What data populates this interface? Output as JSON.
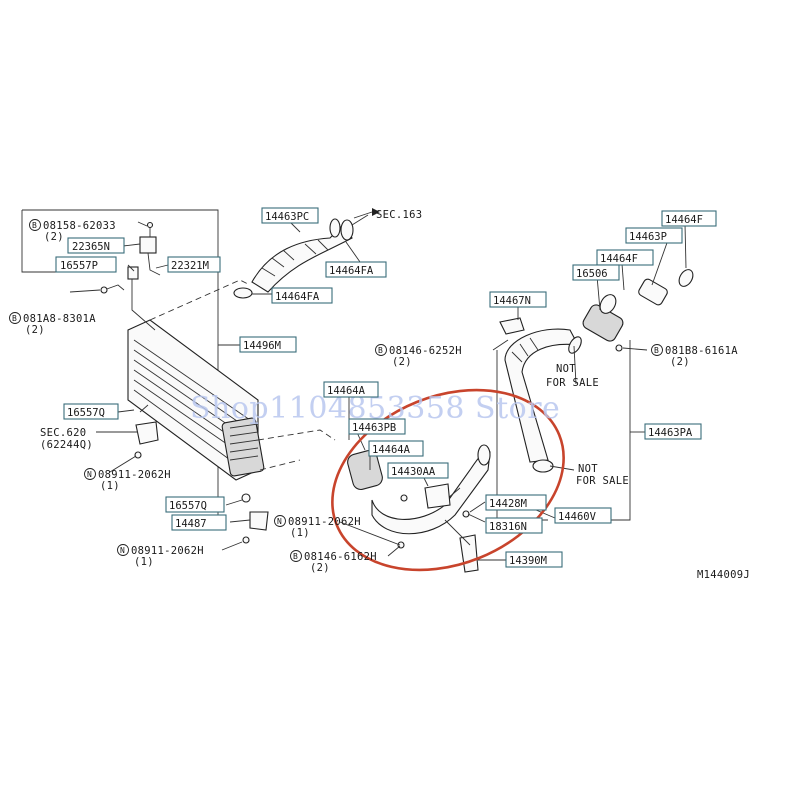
{
  "diagram": {
    "code": "M144009J",
    "watermark": "Shop1104853358 Store",
    "section_refs": [
      "SEC.163",
      "SEC.620",
      "(62244Q)"
    ],
    "not_for_sale": [
      "NOT",
      "FOR SALE",
      "NOT",
      "FOR SALE"
    ],
    "part_boxes": [
      "22365N",
      "16557P",
      "22321M",
      "14463PC",
      "14464FA",
      "14464FA",
      "14496M",
      "14464F",
      "14463P",
      "14464F",
      "16506",
      "14467N",
      "14464A",
      "14463PB",
      "14464A",
      "14430AA",
      "14428M",
      "14460V",
      "18316N",
      "14390M",
      "14463PA",
      "16557Q",
      "16557Q",
      "14487"
    ],
    "callouts": [
      {
        "prefix": "B",
        "code": "08158-62033",
        "qty": "(2)"
      },
      {
        "prefix": "B",
        "code": "081A8-8301A",
        "qty": "(2)"
      },
      {
        "prefix": "B",
        "code": "08146-6252H",
        "qty": "(2)"
      },
      {
        "prefix": "B",
        "code": "081B8-6161A",
        "qty": "(2)"
      },
      {
        "prefix": "N",
        "code": "08911-2062H",
        "qty": "(1)"
      },
      {
        "prefix": "N",
        "code": "08911-2062H",
        "qty": "(1)"
      },
      {
        "prefix": "N",
        "code": "08911-2062H",
        "qty": "(1)"
      },
      {
        "prefix": "B",
        "code": "08146-6162H",
        "qty": "(2)"
      }
    ]
  }
}
